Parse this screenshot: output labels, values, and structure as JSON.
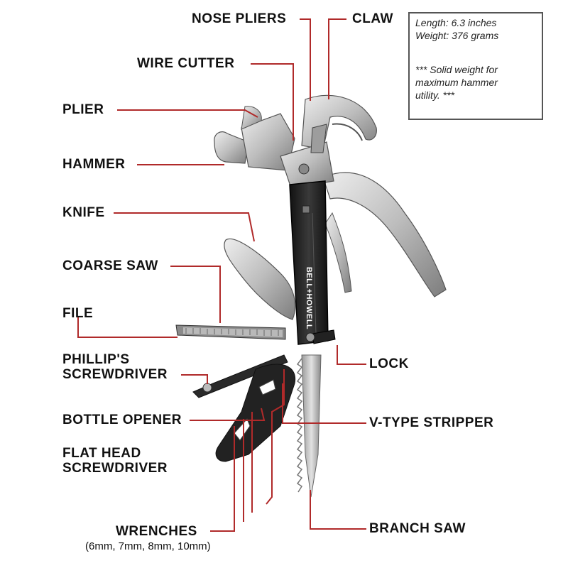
{
  "labels": {
    "nose_pliers": "NOSE PLIERS",
    "claw": "CLAW",
    "wire_cutter": "WIRE CUTTER",
    "plier": "PLIER",
    "hammer": "HAMMER",
    "knife": "KNIFE",
    "coarse_saw": "COARSE SAW",
    "file": "FILE",
    "phillips_line1": "PHILLIP'S",
    "phillips_line2": "SCREWDRIVER",
    "bottle_opener": "BOTTLE OPENER",
    "flat_head_line1": "FLAT HEAD",
    "flat_head_line2": "SCREWDRIVER",
    "wrenches": "WRENCHES",
    "wrenches_sizes": "(6mm, 7mm, 8mm, 10mm)",
    "lock": "LOCK",
    "v_type_stripper": "V-TYPE STRIPPER",
    "branch_saw": "BRANCH SAW"
  },
  "specs": {
    "length": "Length: 6.3 inches",
    "weight": "Weight: 376 grams",
    "note_line1": "*** Solid weight for",
    "note_line2": "maximum hammer",
    "note_line3": "utility. ***"
  },
  "brand": "BELL+HOWELL",
  "colors": {
    "leader": "#b02a2a",
    "handle": "#1c1c1c",
    "steel": "#c9c9c9",
    "steel_dark": "#8f8f8f"
  }
}
